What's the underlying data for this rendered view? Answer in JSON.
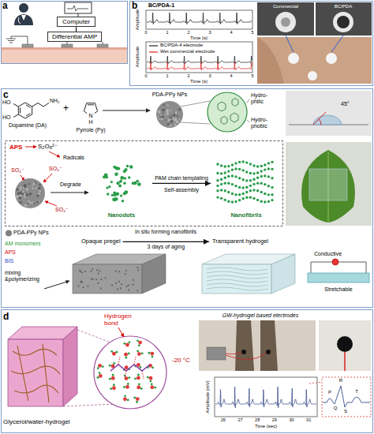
{
  "diagram": {
    "nodes": [
      {
        "text": [
          "Computer"
        ]
      },
      {
        "text": [
          "Differential AMP"
        ]
      },
      {
        "text": [
          "Nanodots"
        ]
      },
      {
        "text": [
          "Nanofibrils"
        ]
      },
      {
        "text": [
          "Opaque pregel"
        ]
      },
      {
        "text": [
          "Transparent hydrogel"
        ]
      }
    ],
    "edges": [
      {
        "from": 0,
        "to": 1,
        "arrow": "none"
      },
      {
        "from": 2,
        "to": 3,
        "label": "PAM chain templating",
        "arrow": "to"
      },
      {
        "from": 4,
        "to": 5,
        "label": "3 days of aging",
        "arrow": "to"
      }
    ],
    "labels": [
      "a",
      "b",
      "BC/PDA-1",
      "Amplitude",
      "Time (s)",
      "0",
      "1",
      "2",
      "3",
      "4",
      "5",
      "Amplitude",
      "Time (s)",
      "0",
      "1",
      "2",
      "3",
      "4",
      "5",
      "Commercial",
      "BC/PDA",
      "c",
      "HO",
      "HO",
      "NH₂",
      "Dopamine (DA)",
      "+",
      "N",
      "H",
      "Pyrrole (Py)",
      "PDA-PPy NPs",
      "Hydro-philic",
      "Hydro-phobic",
      "45°",
      "APS",
      "S₂O₈²⁻",
      "Radicals",
      "SO₄⁻",
      "SO₄⁻",
      "SO₄⁻",
      "Degrade",
      "Self-assembly",
      "In situ forming nanofibrils",
      "AM monomers",
      "APS",
      "BIS",
      "mixing &polymerizing",
      "Conductive",
      "Stretchable",
      "d",
      "Hydrogen bond",
      "-20 °C",
      "Glycerol/water-hydrogel",
      "GW-hydrogel based electrodes",
      "Amplitude (mV)",
      "Time (sec)",
      "26",
      "27",
      "28",
      "29",
      "30",
      "31",
      "R",
      "T",
      "P",
      "Q",
      "S"
    ],
    "legend": [
      {
        "text": "BC/PDA-4 electrode"
      },
      {
        "text": "Wet commercial electrode"
      },
      {
        "text": "PDA-PPy NPs",
        "color": "#808080"
      }
    ]
  }
}
